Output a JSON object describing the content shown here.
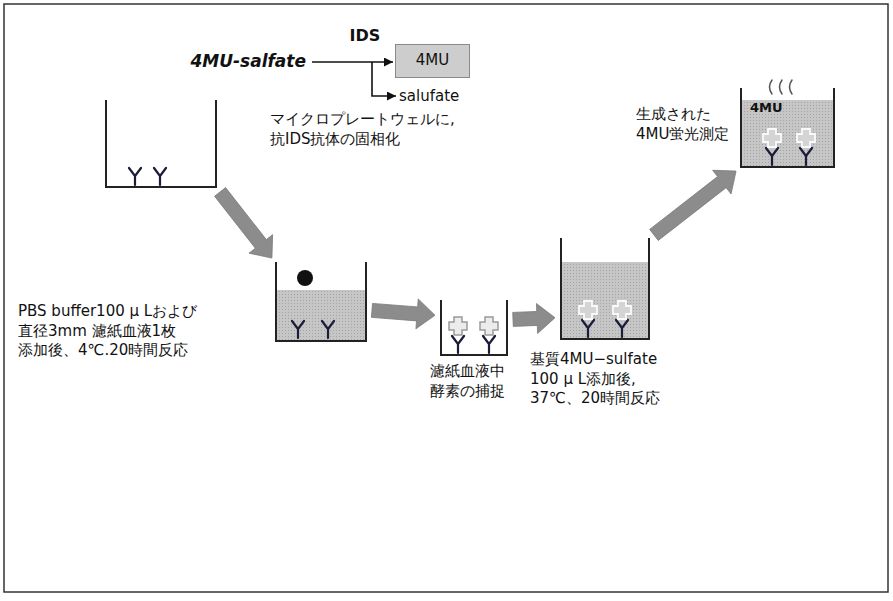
{
  "diagram": {
    "nodes": [
      {
        "text": [
          "4MU"
        ]
      },
      {
        "text": [
          "マイクロプレートウェルに, 抗IDS抗体の固相化"
        ]
      },
      {
        "text": [
          "PBS buffer100 μ Lおよび 直径3mm 濾紙血液1枚 添加後、4℃.20時間反応"
        ]
      },
      {
        "text": [
          "濾紙血液中 酵素の捕捉"
        ]
      },
      {
        "text": [
          "基質4MU−sulfate 100 μ L添加後, 37℃、20時間反応"
        ]
      },
      {
        "text": [
          "4MU",
          "生成された 4MU蛍光測定"
        ]
      }
    ],
    "edges": [
      {
        "from": 1,
        "to": 2,
        "arrow": "to"
      },
      {
        "from": 2,
        "to": 3,
        "arrow": "to"
      },
      {
        "from": 3,
        "to": 4,
        "arrow": "to"
      },
      {
        "from": 4,
        "to": 5,
        "arrow": "to"
      }
    ],
    "labels": [
      "IDS",
      "4MU-salfate",
      "salufate"
    ]
  }
}
